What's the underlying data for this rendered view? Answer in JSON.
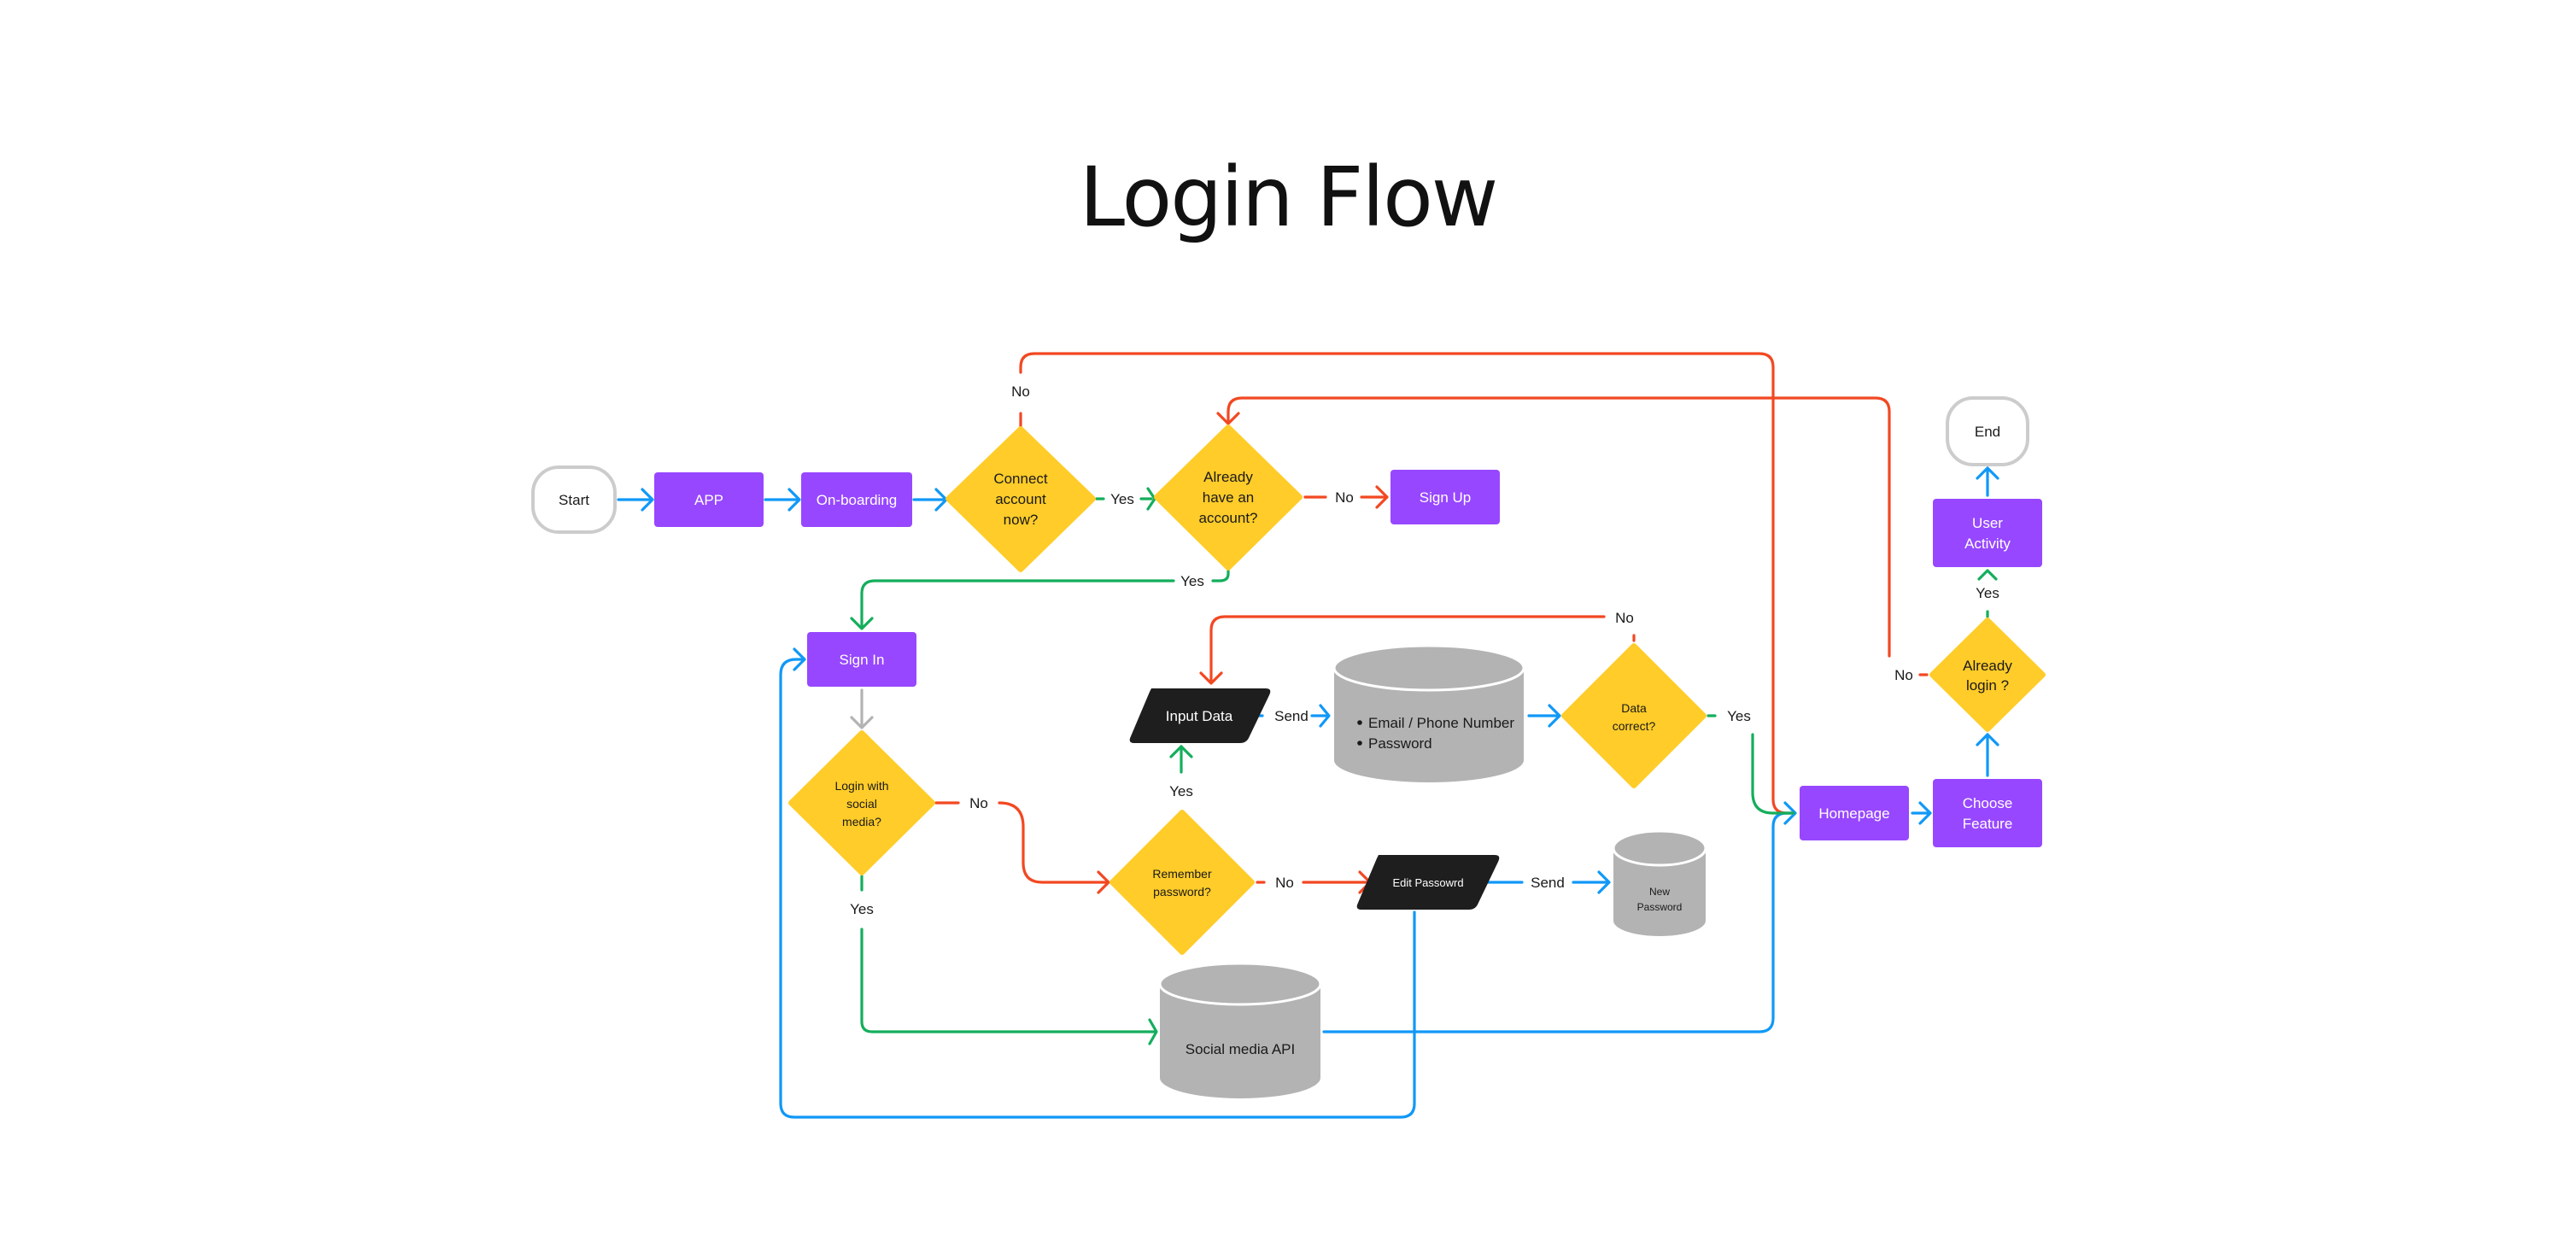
{
  "title": "Login Flow",
  "colors": {
    "process": "#9747FF",
    "decision": "#FFCC29",
    "io": "#1E1E1E",
    "database": "#B3B3B3",
    "terminal_border": "#CCCCCC",
    "flow_blue": "#1098F7",
    "flow_green": "#14AE5C",
    "flow_red": "#F24822",
    "flow_gray": "#B3B3B3"
  },
  "nodes": {
    "start": "Start",
    "app": "APP",
    "onboarding": "On-boarding",
    "connect_account": [
      "Connect",
      "account",
      "now?"
    ],
    "already_have_account": [
      "Already",
      "have an",
      "account?"
    ],
    "sign_up": "Sign Up",
    "sign_in": "Sign In",
    "login_social": [
      "Login with",
      "social",
      "media?"
    ],
    "input_data": "Input Data",
    "credentials_db": [
      "Email / Phone Number",
      "Password"
    ],
    "data_correct": [
      "Data",
      "correct?"
    ],
    "remember_password": [
      "Remember",
      "password?"
    ],
    "edit_password": "Edit Passowrd",
    "new_password_db": [
      "New",
      "Password"
    ],
    "social_media_api": "Social media API",
    "homepage": "Homepage",
    "choose_feature": [
      "Choose",
      "Feature"
    ],
    "already_login": [
      "Already",
      "login ?"
    ],
    "user_activity": [
      "User",
      "Activity"
    ],
    "end": "End"
  },
  "edge_labels": {
    "connect_no": "No",
    "connect_yes": "Yes",
    "have_account_no": "No",
    "have_account_yes": "Yes",
    "social_no": "No",
    "social_yes": "Yes",
    "remember_yes": "Yes",
    "remember_no": "No",
    "input_send": "Send",
    "data_correct_no": "No",
    "data_correct_yes": "Yes",
    "edit_send": "Send",
    "already_login_no": "No",
    "already_login_yes": "Yes"
  }
}
